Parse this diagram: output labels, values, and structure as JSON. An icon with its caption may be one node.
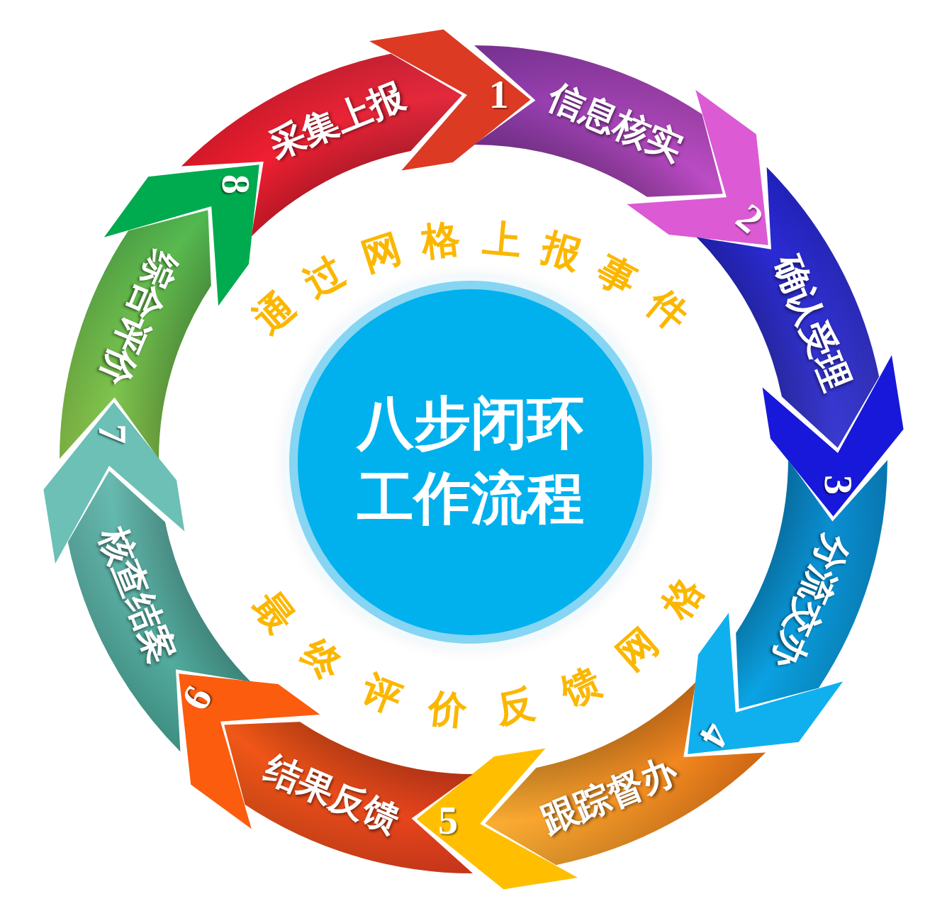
{
  "diagram": {
    "nodes": [
      {
        "text": [
          "八步闭环工作流程"
        ]
      },
      {
        "text": [
          "1",
          "采集上报"
        ]
      },
      {
        "text": [
          "2",
          "信息核实"
        ]
      },
      {
        "text": [
          "3",
          "确认受理"
        ]
      },
      {
        "text": [
          "4",
          "分流交办"
        ]
      },
      {
        "text": [
          "5",
          "跟踪督办"
        ]
      },
      {
        "text": [
          "6",
          "结果反馈"
        ]
      },
      {
        "text": [
          "7",
          "核查结案"
        ]
      },
      {
        "text": [
          "8",
          "综合评价"
        ]
      }
    ],
    "labels": [
      "通过网格上报事件",
      "最终评价反馈网格"
    ]
  }
}
